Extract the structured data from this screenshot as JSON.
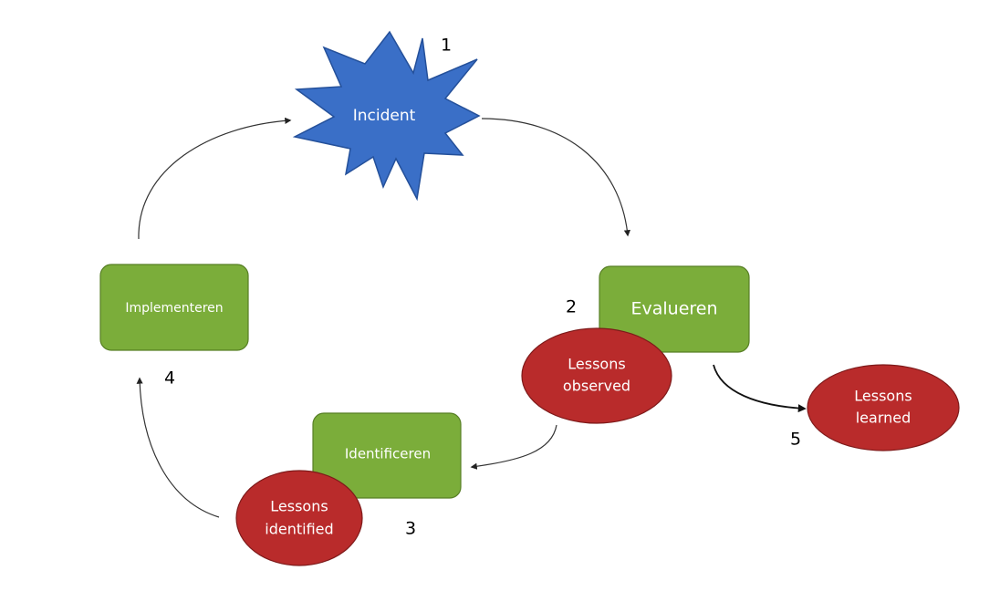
{
  "nodes": {
    "incident": "Incident",
    "evalueren": "Evalueren",
    "lessons_observed": [
      "Lessons",
      "observed"
    ],
    "identificeren": "Identificeren",
    "lessons_identified": [
      "Lessons",
      "identified"
    ],
    "implementeren": "Implementeren",
    "lessons_learned": [
      "Lessons",
      "learned"
    ]
  },
  "step_numbers": {
    "one": "1",
    "two": "2",
    "three": "3",
    "four": "4",
    "five": "5"
  },
  "colors": {
    "star_fill": "#3a6fc7",
    "star_stroke": "#24509a",
    "box_fill": "#7bad3a",
    "box_stroke": "#577f25",
    "oval_fill": "#b92b2b",
    "oval_stroke": "#7e1a1a",
    "arrow": "#222222"
  }
}
